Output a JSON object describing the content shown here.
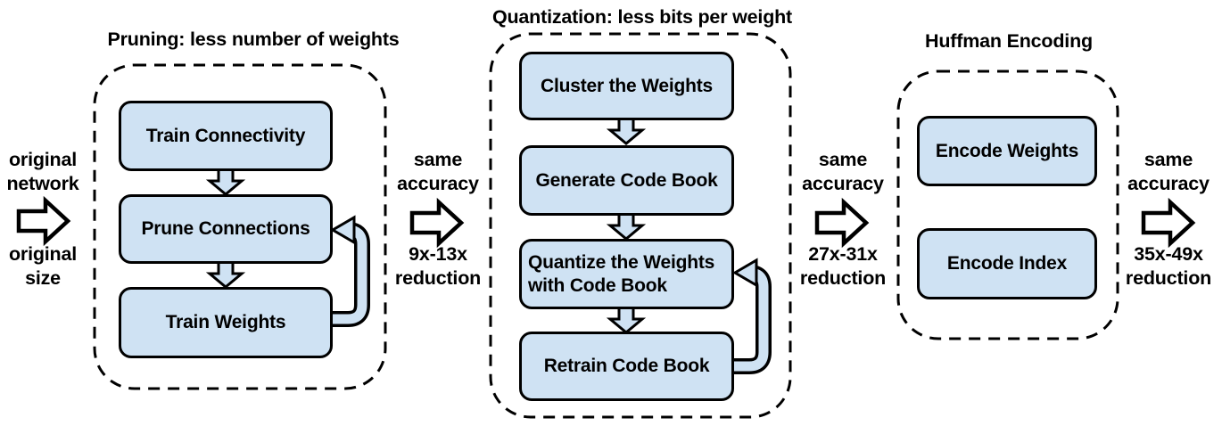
{
  "colors": {
    "box_fill": "#cfe2f3",
    "outline": "#000000",
    "background": "#ffffff",
    "text": "#000000"
  },
  "sections": [
    {
      "title": "Pruning: less number of weights",
      "steps": [
        "Train Connectivity",
        "Prune Connections",
        "Train Weights"
      ],
      "has_feedback_loop": true
    },
    {
      "title": "Quantization: less bits per weight",
      "steps": [
        "Cluster the Weights",
        "Generate Code Book",
        "Quantize the Weights\nwith Code Book",
        "Retrain Code Book"
      ],
      "has_feedback_loop": true
    },
    {
      "title": "Huffman Encoding",
      "steps": [
        "Encode Weights",
        "Encode Index"
      ],
      "has_feedback_loop": false
    }
  ],
  "transitions": [
    {
      "top": "original\nnetwork",
      "bottom": "original\nsize"
    },
    {
      "top": "same\naccuracy",
      "bottom": "9x-13x\nreduction"
    },
    {
      "top": "same\naccuracy",
      "bottom": "27x-31x\nreduction"
    },
    {
      "top": "same\naccuracy",
      "bottom": "35x-49x\nreduction"
    }
  ]
}
